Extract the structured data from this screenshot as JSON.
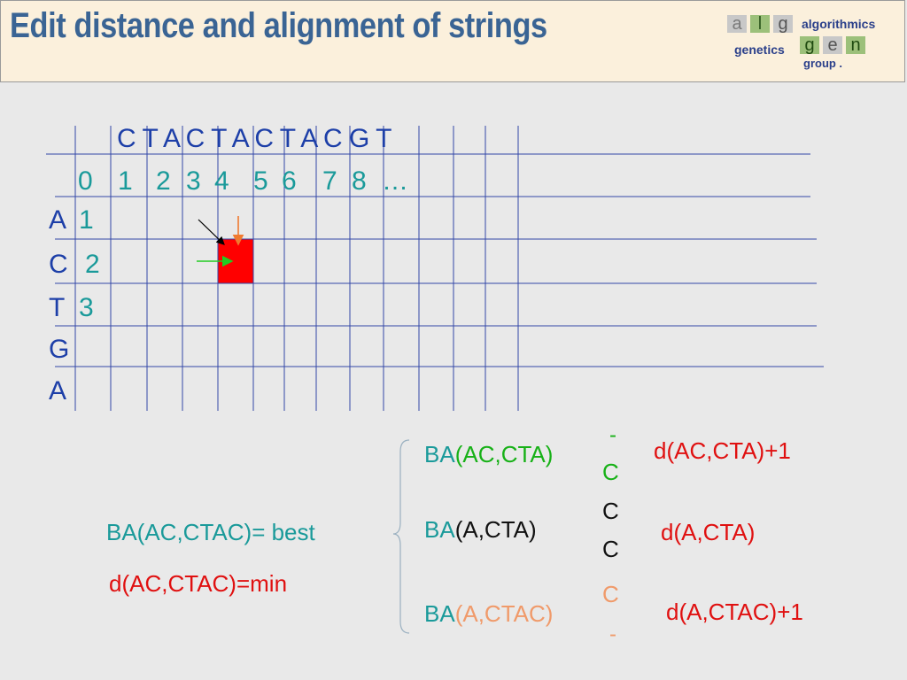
{
  "slide": {
    "title": "Edit distance and alignment of strings"
  },
  "logo": {
    "letters_top": [
      "a",
      "l",
      "g"
    ],
    "letters_bottom": [
      "g",
      "e",
      "n"
    ],
    "word_algorithmics": "algorithmics",
    "word_genetics": "genetics",
    "word_group": "group ."
  },
  "matrix": {
    "top_sequence": [
      "C",
      "T",
      "A",
      "C",
      "T",
      "A",
      "C",
      "T",
      "A",
      "C",
      "G",
      "T"
    ],
    "top_indices": [
      "0",
      "1",
      "2",
      "3",
      "4",
      "5",
      "6",
      "7",
      "8",
      "…"
    ],
    "left_sequence": [
      "A",
      "C",
      "T",
      "G",
      "A"
    ],
    "left_indices": [
      "1",
      "2",
      "3"
    ]
  },
  "formulas": {
    "best": "BA(AC,CTAC)= best",
    "min": "d(AC,CTAC)=min",
    "case1": {
      "ba": "BA",
      "args": "(AC,CTA)",
      "top": "-",
      "bottom": "C",
      "d": "d(AC,CTA)+1"
    },
    "case2": {
      "ba": "BA",
      "args": "(A,CTA)",
      "top": "C",
      "bottom": "C",
      "d": "d(A,CTA)"
    },
    "case3": {
      "ba": "BA",
      "args": "(A,CTAC)",
      "top": "C",
      "bottom": "-",
      "d": "d(A,CTAC)+1"
    }
  },
  "colors": {
    "title": "#3a6494",
    "teal": "#1a9a9a",
    "green": "#17b117",
    "salmon": "#f09a6a",
    "red": "#e01010",
    "blue": "#1d3fa8",
    "grid": "#3346a8",
    "highlight": "#ff0000"
  }
}
